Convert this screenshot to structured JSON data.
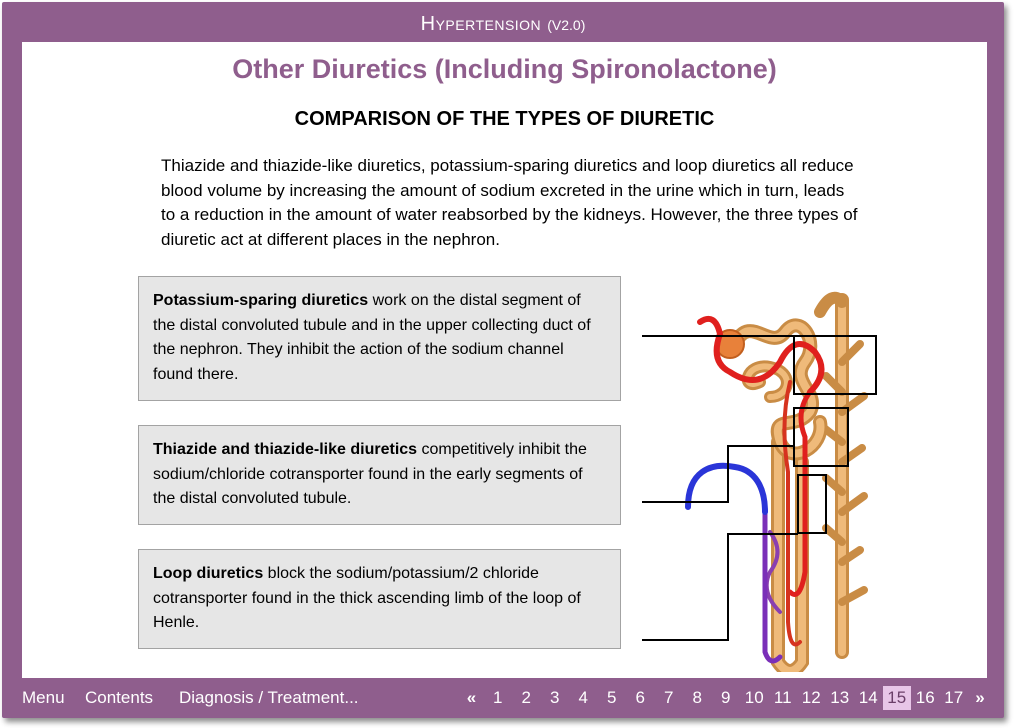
{
  "app": {
    "title": "Hypertension",
    "version": "(V2.0)"
  },
  "page": {
    "title": "Other Diuretics (Including Spironolactone)",
    "section_heading": "COMPARISON OF THE TYPES OF DIURETIC",
    "intro": "Thiazide and thiazide-like diuretics, potassium-sparing diuretics and loop diuretics all reduce blood volume by increasing the amount of sodium excreted in the urine which in turn, leads to a reduction in the amount of water reabsorbed by the kidneys. However, the three types of diuretic act at different places in the nephron."
  },
  "boxes": [
    {
      "term": "Potassium-sparing diuretics",
      "text": " work on the distal segment of the distal convoluted tubule and in the upper collecting duct of the nephron. They inhibit the action of the sodium channel found there."
    },
    {
      "term": "Thiazide and thiazide-like diuretics",
      "text": " competitively inhibit the sodium/chloride cotransporter found in the early segments of the distal convoluted tubule."
    },
    {
      "term": "Loop diuretics",
      "text": " block the sodium/potassium/2 chloride cotransporter found in the thick ascending limb of the loop of Henle."
    }
  ],
  "footer": {
    "menu": "Menu",
    "contents": "Contents",
    "section": "Diagnosis / Treatment...",
    "prev": "«",
    "next": "»",
    "pages": [
      "1",
      "2",
      "3",
      "4",
      "5",
      "6",
      "7",
      "8",
      "9",
      "10",
      "11",
      "12",
      "13",
      "14",
      "15",
      "16",
      "17"
    ],
    "current_page": "15"
  },
  "colors": {
    "brand": "#8f5e8d",
    "box_bg": "#e6e6e6",
    "active_page": "#e8c6e8",
    "tubule": "#e0a45e",
    "artery": "#e0201e",
    "vein": "#2a35d8"
  },
  "icons": {
    "diagram": "nephron-illustration"
  }
}
